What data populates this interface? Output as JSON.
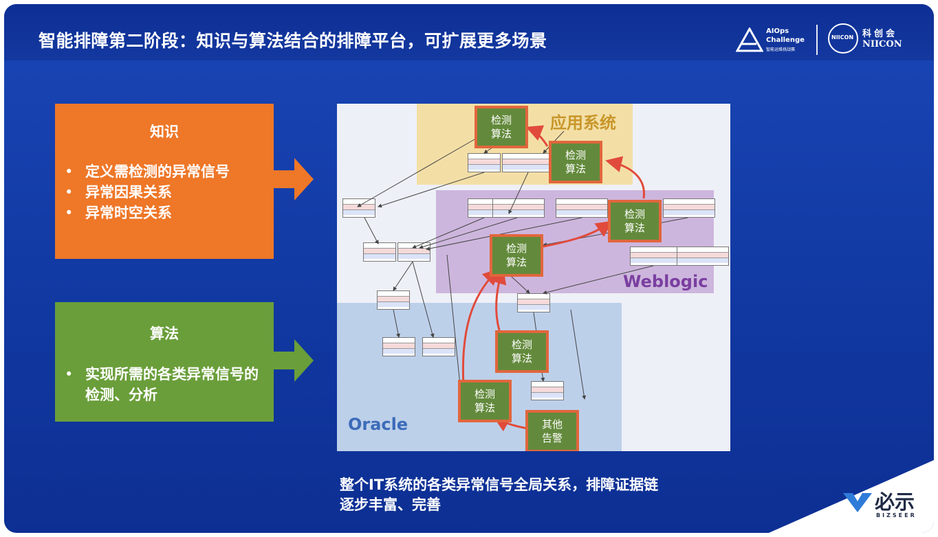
{
  "slide": {
    "title": "智能排障第二阶段：知识与算法结合的排障平台，可扩展更多场景",
    "logos": {
      "aiops_line1": "AIOps",
      "aiops_line2": "Challenge",
      "aiops_line3": "智能运维挑战赛",
      "niicon_seal": "NIICON",
      "niicon_cn": "科创会",
      "niicon_en": "NIICON"
    },
    "knowledge": {
      "heading": "知识",
      "items": [
        "定义需检测的异常信号",
        "异常因果关系",
        "异常时空关系"
      ]
    },
    "algorithm": {
      "heading": "算法",
      "items": [
        "实现所需的各类异常信号的检测、分析"
      ]
    },
    "diagram": {
      "region_labels": {
        "app": "应用系统",
        "weblogic": "Weblogic",
        "oracle": "Oracle"
      },
      "detect_node": "检测算法",
      "other_alert": "其他告警"
    },
    "caption": {
      "line1": "整个IT系统的各类异常信号全局关系，排障证据链",
      "line2": "逐步丰富、完善"
    },
    "brand": {
      "cn": "必示",
      "en": "BIZSEER"
    },
    "colors": {
      "background": "#1541ab",
      "knowledge_box": "#ee7728",
      "algorithm_box": "#6a9e3a",
      "node_fill": "#638a3c",
      "node_border": "#e1663d"
    }
  }
}
